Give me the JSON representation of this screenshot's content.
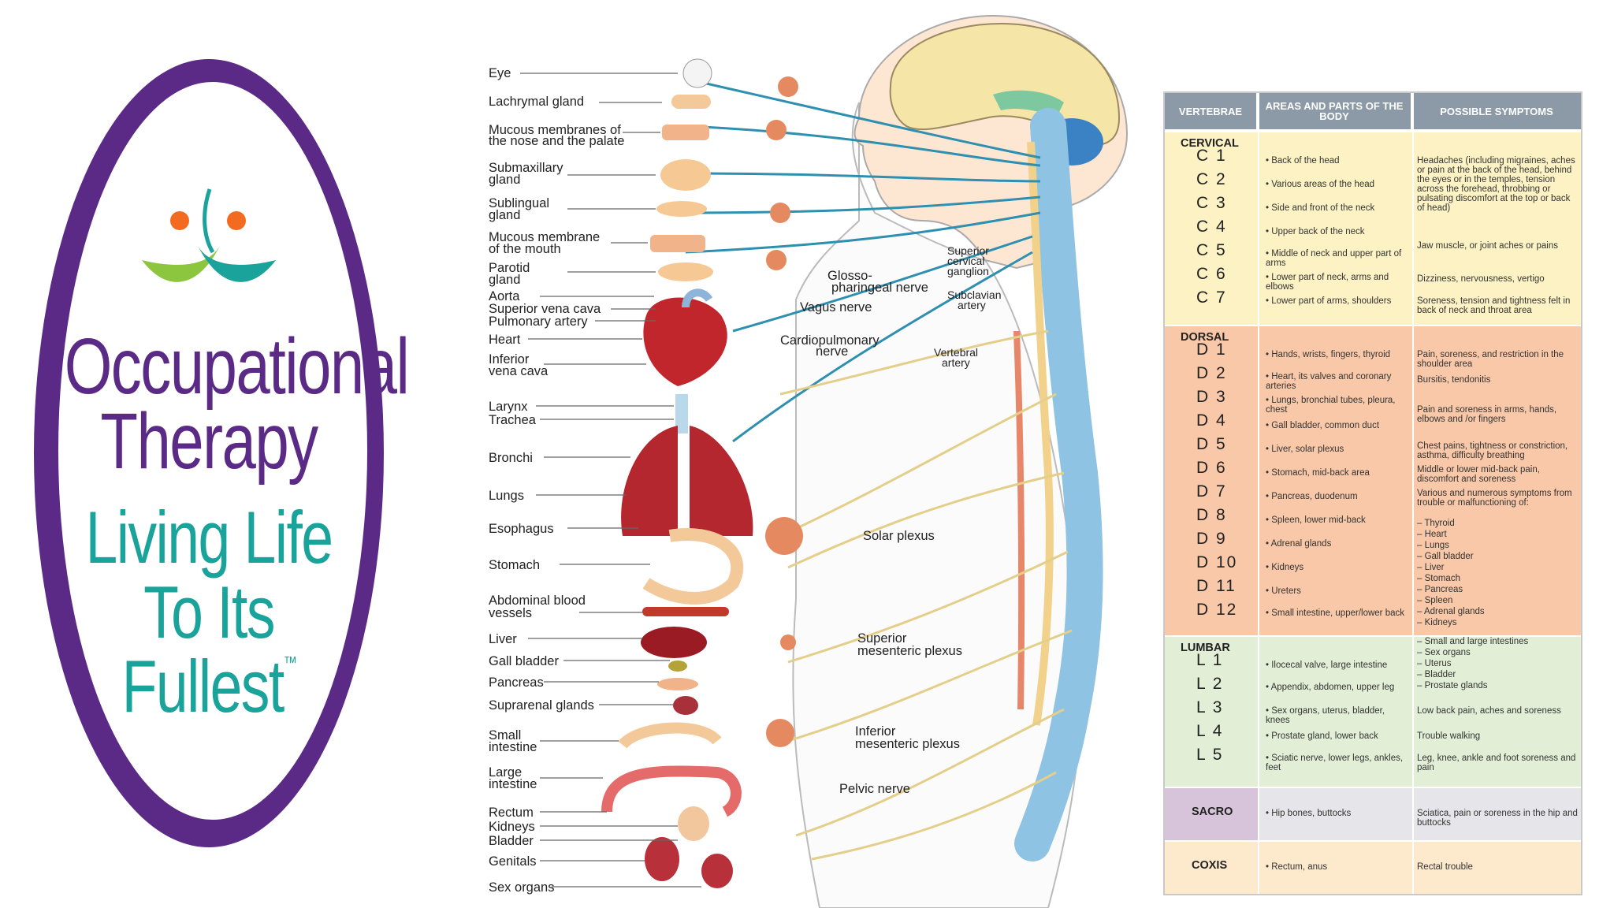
{
  "logo": {
    "line1": "Occupational",
    "line2": "Therapy",
    "line3": "Living Life",
    "line4": "To Its Fullest",
    "trademark": "™",
    "colors": {
      "ring": "#5b2a86",
      "teal": "#1aa39a",
      "orange": "#f26b21",
      "green": "#8cc63f"
    }
  },
  "diagram": {
    "organs": [
      "Eye",
      "Lachrymal gland",
      "Mucous membranes of",
      "the nose and the palate",
      "Submaxillary",
      "gland",
      "Sublingual",
      "gland",
      "Mucous membrane",
      "of the mouth",
      "Parotid",
      "gland",
      "Aorta",
      "Superior vena cava",
      "Pulmonary artery",
      "Heart",
      "Inferior",
      "vena cava",
      "Larynx",
      "Trachea",
      "Bronchi",
      "Lungs",
      "Esophagus",
      "Stomach",
      "Abdominal blood",
      "vessels",
      "Liver",
      "Gall bladder",
      "Pancreas",
      "Suprarenal glands",
      "Small",
      "intestine",
      "Large",
      "intestine",
      "Rectum",
      "Kidneys",
      "Bladder",
      "Genitals",
      "Sex organs"
    ],
    "nerves": [
      "Glosso-",
      "pharingeal nerve",
      "Vagus nerve",
      "Cardiopulmonary",
      "nerve",
      "Superior",
      "cervical",
      "ganglion",
      "Subclavian",
      "artery",
      "Vertebral",
      "artery",
      "Solar plexus",
      "Superior",
      "mesenteric plexus",
      "Inferior",
      "mesenteric plexus",
      "Pelvic nerve"
    ]
  },
  "table": {
    "headers": [
      "VERTEBRAE",
      "AREAS AND PARTS OF THE BODY",
      "POSSIBLE SYMPTOMS"
    ],
    "regions": [
      {
        "name": "CERVICAL",
        "color": "#fdf2c4",
        "vertebrae": [
          "C 1",
          "C 2",
          "C 3",
          "C 4",
          "C 5",
          "C 6",
          "C 7"
        ],
        "areas": [
          "Back of the head",
          "Various areas of the head",
          "Side and front of the neck",
          "Upper back of the neck",
          "Middle of neck and upper part of arms",
          "Lower part of neck, arms and elbows",
          "Lower part of arms, shoulders"
        ],
        "symptoms": [
          "Headaches (including migraines, aches or pain at the back of the head, behind the eyes or in the temples, tension across the forehead, throbbing or pulsating discomfort at the top or back of head)",
          "Jaw muscle, or joint aches or pains",
          "Dizziness, nervousness, vertigo",
          "Soreness, tension and tightness felt in back of neck and throat area"
        ]
      },
      {
        "name": "DORSAL",
        "color": "#f8c8a8",
        "vertebrae": [
          "D 1",
          "D 2",
          "D 3",
          "D 4",
          "D 5",
          "D 6",
          "D 7",
          "D 8",
          "D 9",
          "D 10",
          "D 11",
          "D 12"
        ],
        "areas": [
          "Hands, wrists, fingers, thyroid",
          "Heart, its valves and coronary arteries",
          "Lungs, bronchial tubes, pleura, chest",
          "Gall bladder, common duct",
          "Liver, solar plexus",
          "Stomach, mid-back area",
          "Pancreas, duodenum",
          "Spleen, lower mid-back",
          "Adrenal glands",
          "Kidneys",
          "Ureters",
          "Small intestine, upper/lower back"
        ],
        "symptoms": [
          "Pain, soreness, and restriction in the shoulder area",
          "Bursitis, tendonitis",
          "Pain and soreness in arms, hands, elbows and /or fingers",
          "Chest pains, tightness or constriction, asthma, difficulty breathing",
          "Middle or lower mid-back pain, discomfort and soreness",
          "Various and numerous symptoms from trouble or malfunctioning of:",
          "– Thyroid",
          "– Heart",
          "– Lungs",
          "– Gall bladder",
          "– Liver",
          "– Stomach",
          "– Pancreas",
          "– Spleen",
          "– Adrenal glands",
          "– Kidneys"
        ]
      },
      {
        "name": "LUMBAR",
        "color": "#e2efd6",
        "vertebrae": [
          "L 1",
          "L 2",
          "L 3",
          "L 4",
          "L 5"
        ],
        "areas": [
          "Ilocecal valve, large intestine",
          "Appendix, abdomen, upper leg",
          "Sex organs, uterus, bladder, knees",
          "Prostate gland, lower back",
          "Sciatic nerve, lower legs, ankles, feet"
        ],
        "symptoms": [
          "– Small and large intestines",
          "– Sex organs",
          "– Uterus",
          "– Bladder",
          "– Prostate glands",
          "Low back pain, aches and soreness",
          "Trouble walking",
          "Leg, knee, ankle and foot soreness and pain"
        ]
      },
      {
        "name": "SACRO",
        "color": "#d7c4da",
        "area": "Hip bones, buttocks",
        "symptom": "Sciatica, pain or soreness in the hip and buttocks"
      },
      {
        "name": "COXIS",
        "color": "#fde9cc",
        "area": "Rectum, anus",
        "symptom": "Rectal trouble"
      }
    ]
  }
}
